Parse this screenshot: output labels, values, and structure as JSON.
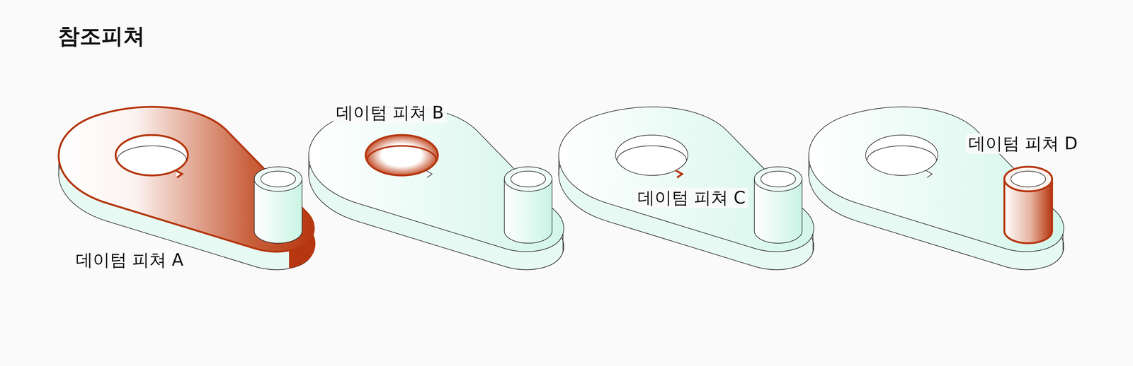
{
  "diagram": {
    "title": "참조피쳐",
    "labels": [
      "데이텀 피쳐 A",
      "데이텀 피쳐 B",
      "데이텀 피쳐 C",
      "데이텀 피쳐 D"
    ]
  }
}
